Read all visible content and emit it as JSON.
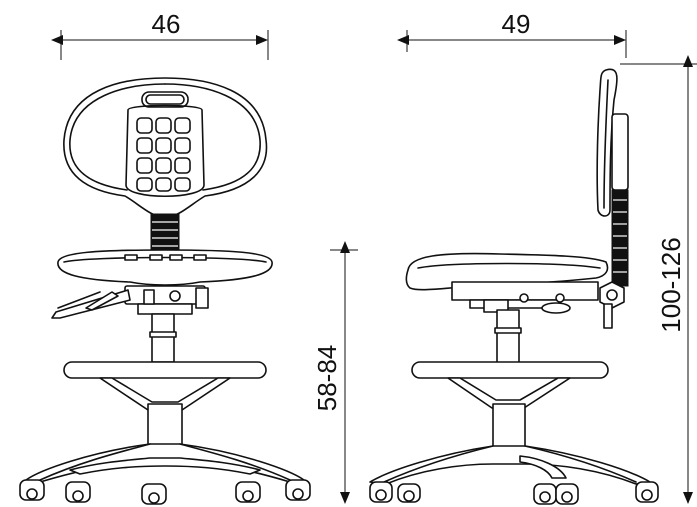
{
  "dimensions": {
    "front_width": "46",
    "side_depth": "49",
    "seat_height": "58-84",
    "total_height": "100-126"
  },
  "colors": {
    "line": "#111111",
    "background": "#ffffff"
  }
}
